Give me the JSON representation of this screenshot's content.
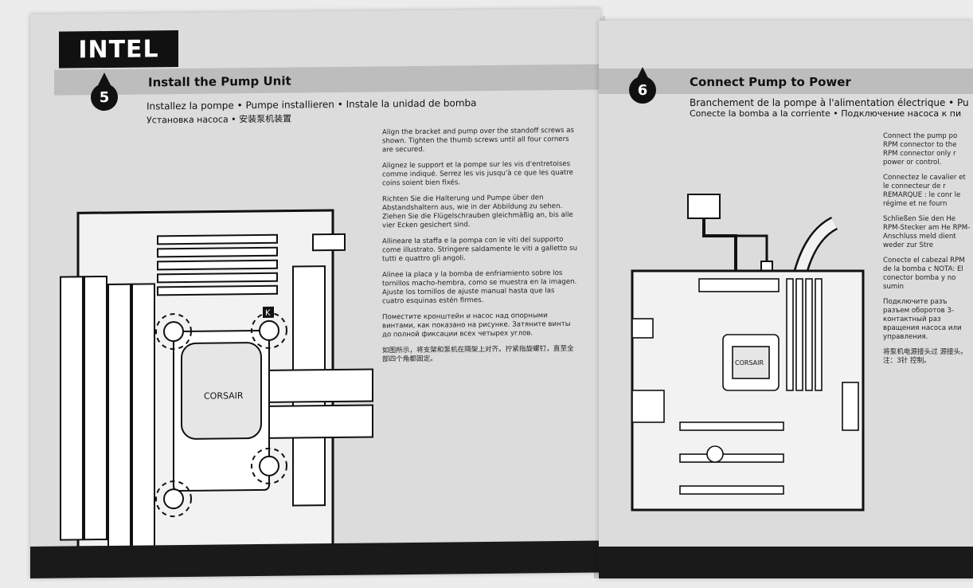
{
  "left_page": {
    "brand": "INTEL",
    "step_number": "5",
    "title": "Install the Pump Unit",
    "subtitle_1": "Installez la pompe • Pumpe installieren • Instale la unidad de bomba",
    "subtitle_2": "Установка насоса • 安装泵机装置",
    "paragraphs": [
      "Align the bracket and pump over the standoff screws as shown. Tighten the thumb screws until all four corners are secured.",
      "Alignez le support et la pompe sur les vis d'entretoises comme indiqué. Serrez les vis jusqu'à ce que les quatre coins soient bien fixés.",
      "Richten Sie die Halterung und Pumpe über den Abstandshaltern aus, wie in der Abbildung zu sehen. Ziehen Sie die Flügelschrauben gleichmäßig an, bis alle vier Ecken gesichert sind.",
      "Allineare la staffa e la pompa con le viti del supporto come illustrato. Stringere saldamente le viti a galletto su tutti e quattro gli angoli.",
      "Alinee la placa y la bomba de enfriamiento sobre los tornillos macho-hembra, como se muestra en la imagen. Ajuste los tornillos de ajuste manual hasta que las cuatro esquinas estén firmes.",
      "Поместите кронштейн и насос над опорными винтами, как показано на рисунке. Затяните винты до полной фиксации всех четырех углов.",
      "如图所示，将支架和泵机在隔架上对齐。拧紧指旋螺钉，直至全部四个角都固定。"
    ],
    "illustration_labels": {
      "pump_brand": "CORSAIR",
      "callout": "K"
    }
  },
  "right_page": {
    "step_number": "6",
    "title": "Connect Pump to Power",
    "subtitle_1": "Branchement de la pompe à l'alimentation électrique • Pu",
    "subtitle_2": "Conecte la bomba a la corriente • Подключение насоса к пи",
    "paragraphs": [
      "Connect the pump po RPM connector to the RPM connector only r power or control.",
      "Connectez le cavalier et le connecteur de r REMARQUE : le conr le régime et ne fourn",
      "Schließen Sie den He RPM-Stecker am He RPM-Anschluss meld dient weder zur Stre",
      "Conecte el cabezal RPM de la bomba c NOTA: El conector bomba y no sumin",
      "Подключите разъ разъем оборотов 3-контактный раз вращения насоса или управления.",
      "将泵机电源接头过 源接头。注：3针 控制。"
    ],
    "illustration_labels": {
      "pump_brand": "CORSAIR"
    }
  },
  "colors": {
    "page": "#dcdcdc",
    "band": "#bdbdbd",
    "ink": "#111111",
    "footer": "#1a1a1a"
  }
}
